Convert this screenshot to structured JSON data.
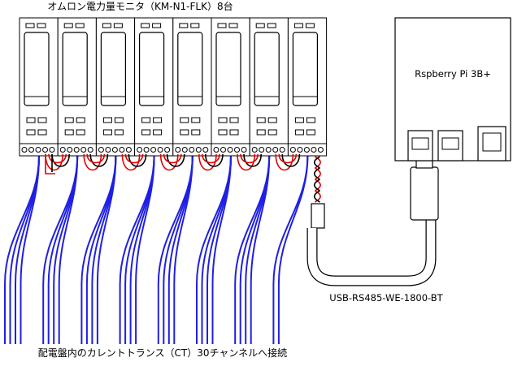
{
  "diagram": {
    "title": "オムロン電力量モニタ（KM-N1-FLK）8台",
    "pi_label": "Rspberry Pi 3B+",
    "adapter_label": "USB-RS485-WE-1800-BT",
    "ct_label": "配電盤内のカレントトランス（CT）30チャンネルへ接続",
    "meter_count": 8,
    "ct_channels": 30,
    "colors": {
      "outline": "#000000",
      "ct_wire": "#1f1fe6",
      "rs485_red": "#e00000",
      "rs485_black": "#000000"
    },
    "icons": {
      "meter": "din-rail-meter-icon",
      "pi": "raspberry-pi-board-icon",
      "adapter": "usb-rs485-cable-icon"
    }
  }
}
